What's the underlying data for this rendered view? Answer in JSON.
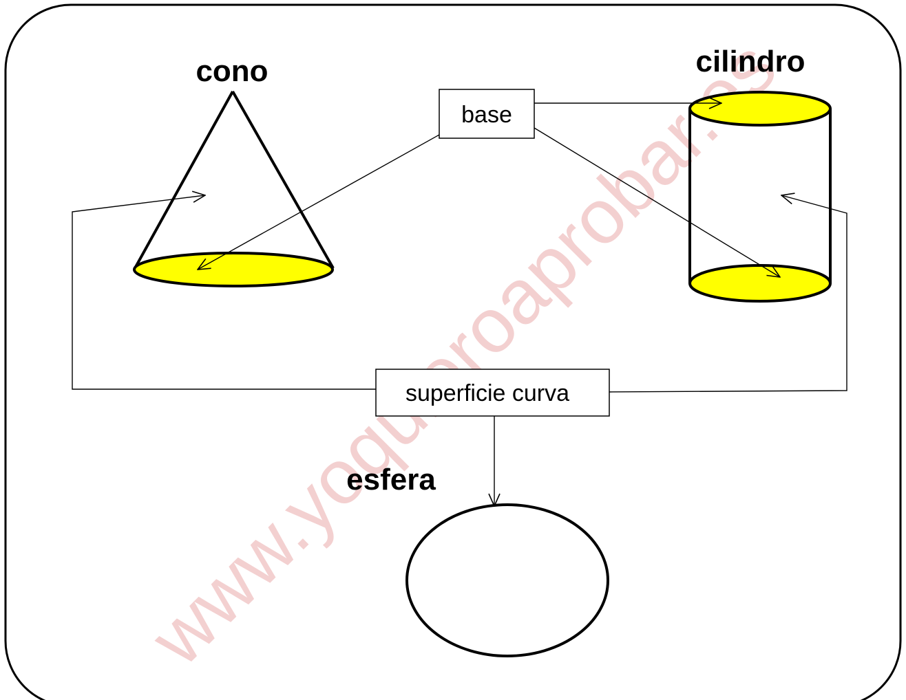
{
  "labels": {
    "cone": "cono",
    "cylinder": "cilindro",
    "sphere": "esfera",
    "base_box": "base",
    "curved_surface_box": "superficie curva"
  },
  "watermark": "www.yoquieroaprobar.es",
  "colors": {
    "base_fill": "#ffff00",
    "stroke": "#000000",
    "watermark": "#e8a2a2",
    "background": "#ffffff"
  }
}
